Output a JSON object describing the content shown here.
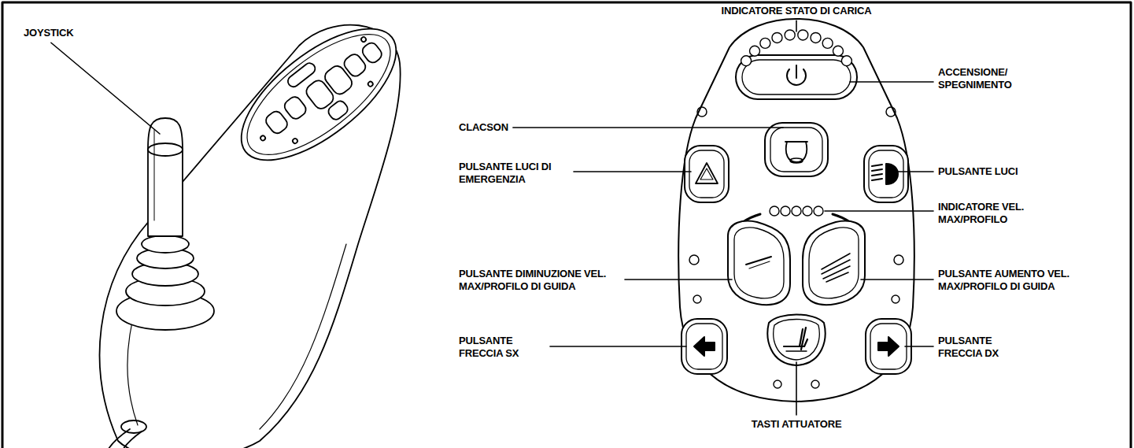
{
  "diagram": {
    "labels": [
      "JOYSTICK",
      "INDICATORE STATO DI CARICA",
      "ACCENSIONE/ SPEGNIMENTO",
      "CLACSON",
      "PULSANTE LUCI DI EMERGENZIA",
      "PULSANTE LUCI",
      "INDICATORE VEL. MAX/PROFILO",
      "PULSANTE DIMINUZIONE VEL. MAX/PROFILO DI GUIDA",
      "PULSANTE AUMENTO VEL. MAX/PROFILO DI GUIDA",
      "PULSANTE FRECCIA SX",
      "PULSANTE FRECCIA DX",
      "TASTI ATTUATORE"
    ]
  }
}
